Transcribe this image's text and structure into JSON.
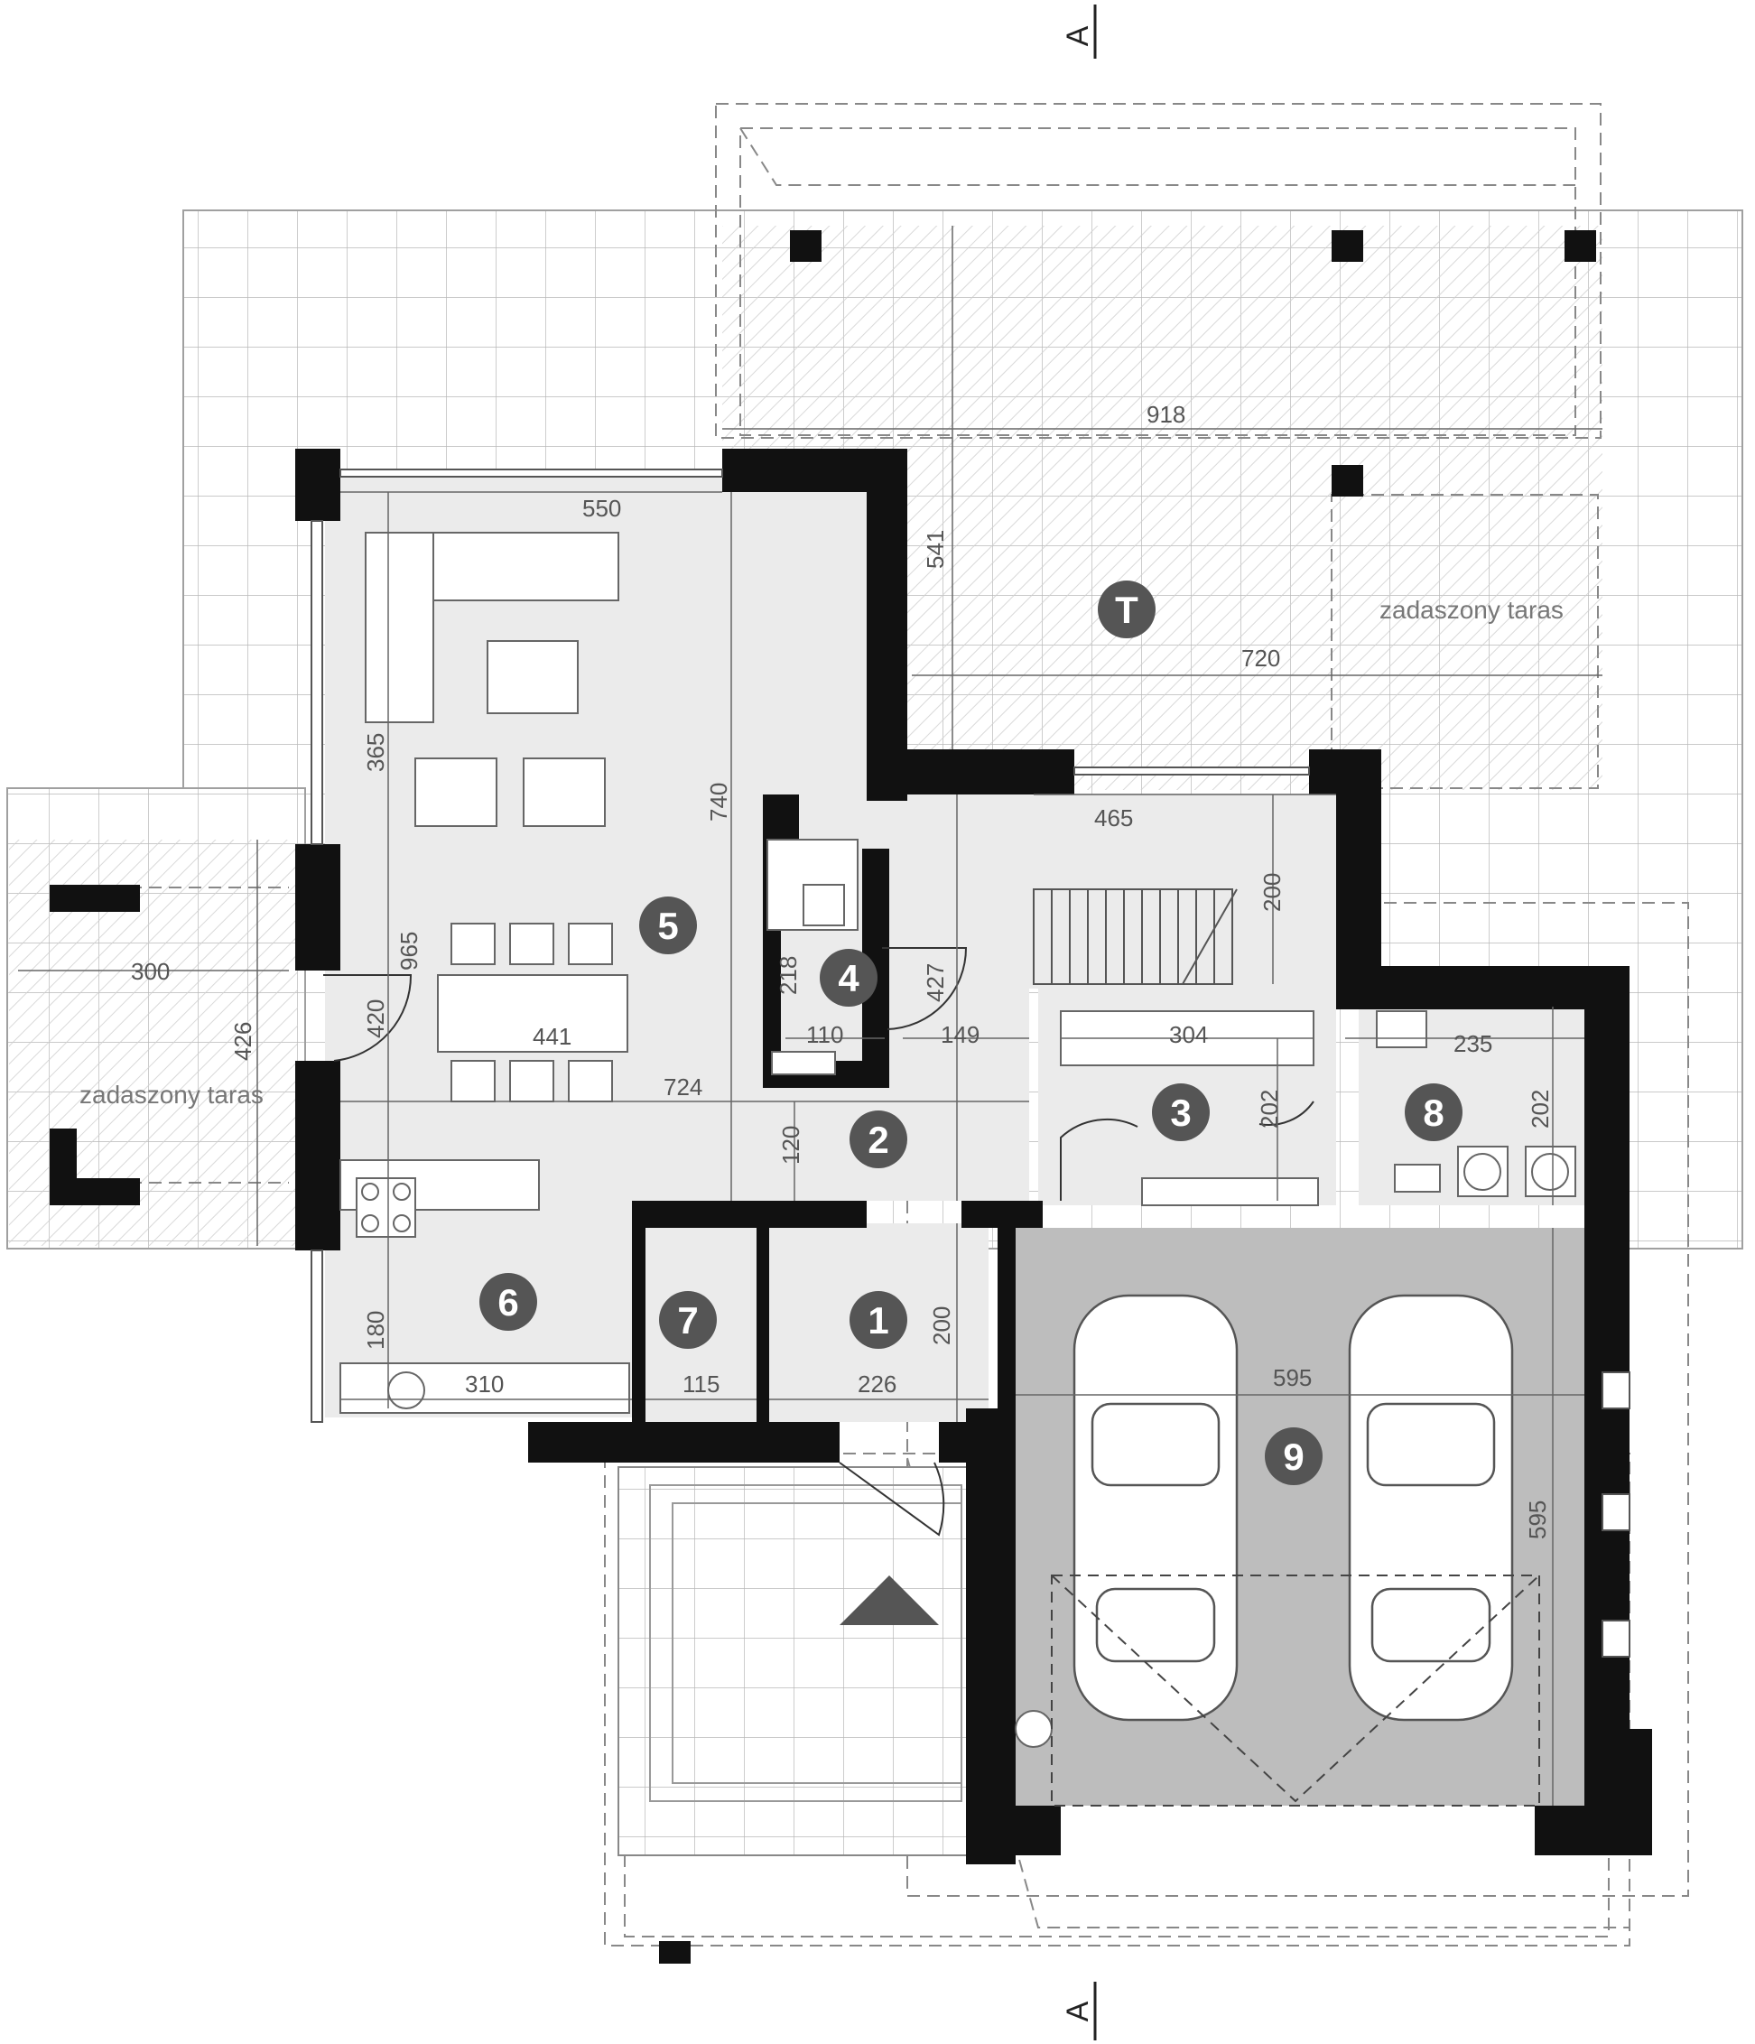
{
  "section_marker": "A",
  "terrace_label": "zadaszony taras",
  "terrace_marker": "T",
  "rooms": [
    {
      "number": "1"
    },
    {
      "number": "2"
    },
    {
      "number": "3"
    },
    {
      "number": "4"
    },
    {
      "number": "5"
    },
    {
      "number": "6"
    },
    {
      "number": "7"
    },
    {
      "number": "8"
    },
    {
      "number": "9"
    }
  ],
  "dimensions": {
    "terrace_top_width": "918",
    "terrace_top_depth": "541",
    "terrace_top_inner": "720",
    "living_width": "550",
    "living_depth": "365",
    "living_full": "740",
    "dining_depth": "965",
    "dining_width": "441",
    "door_height": "420",
    "hall_width": "724",
    "hall_depth": "120",
    "stairs_width": "465",
    "stairs_depth": "200",
    "wc_depth": "218",
    "wc_door": "427",
    "wc_width": "110",
    "corridor_width": "149",
    "room3_width": "304",
    "room3_depth": "202",
    "room8_width": "235",
    "room8_depth": "202",
    "kitchen_depth": "180",
    "kitchen_width": "310",
    "pantry_width": "115",
    "vestibule_width": "226",
    "vestibule_depth": "200",
    "garage_width": "595",
    "garage_depth": "595",
    "side_terrace_width": "300",
    "side_terrace_depth": "426"
  }
}
